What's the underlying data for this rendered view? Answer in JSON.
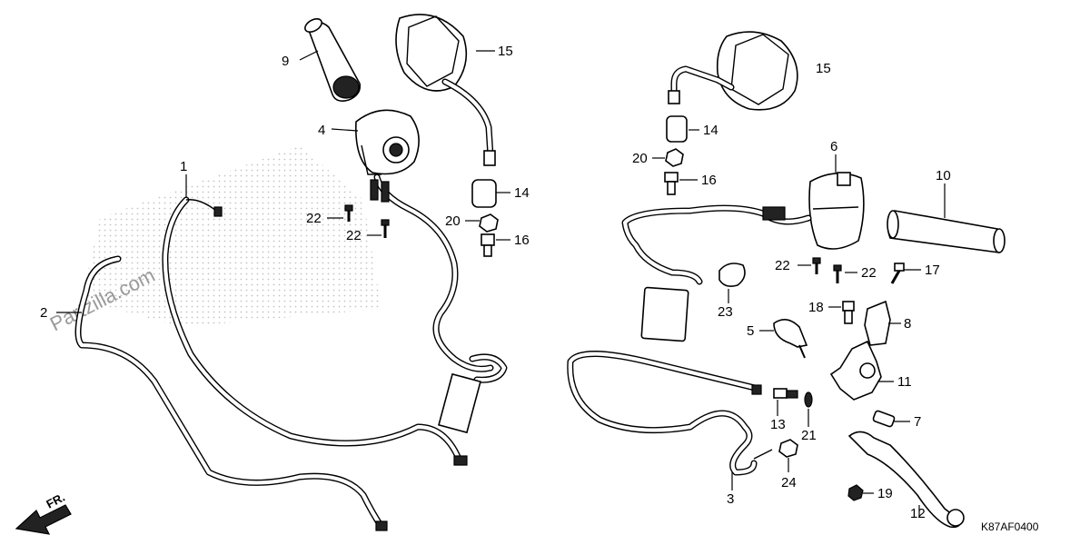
{
  "diagram": {
    "code": "K87AF0400",
    "watermark": "Partzilla.com",
    "direction_label": "FR."
  },
  "callouts": {
    "c1": "1",
    "c2": "2",
    "c3": "3",
    "c4": "4",
    "c5": "5",
    "c6": "6",
    "c7": "7",
    "c8": "8",
    "c9": "9",
    "c10": "10",
    "c11": "11",
    "c12": "12",
    "c13": "13",
    "c14a": "14",
    "c14b": "14",
    "c15a": "15",
    "c15b": "15",
    "c16a": "16",
    "c16b": "16",
    "c17": "17",
    "c18": "18",
    "c19": "19",
    "c20a": "20",
    "c20b": "20",
    "c21": "21",
    "c22a": "22",
    "c22b": "22",
    "c22c": "22",
    "c22d": "22",
    "c23": "23",
    "c24": "24"
  },
  "colors": {
    "line": "#000000",
    "watermark": "#9a9a9a",
    "background": "#ffffff"
  }
}
